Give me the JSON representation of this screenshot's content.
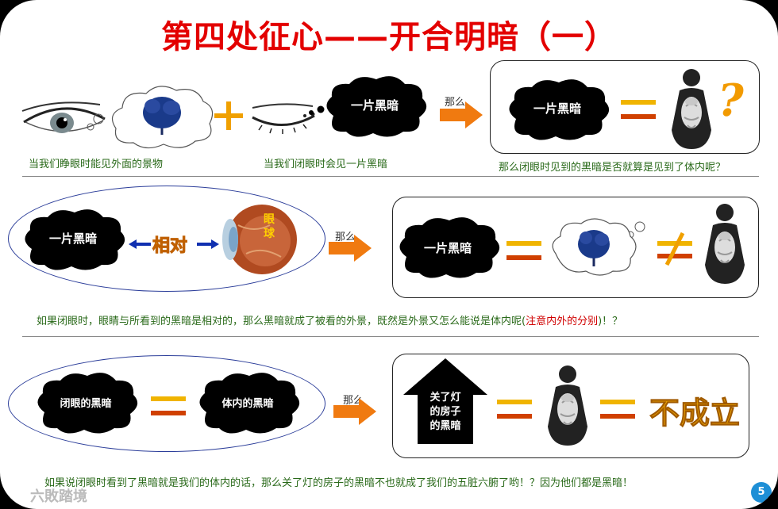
{
  "title": "第四处征心——开合明暗（一）",
  "row1": {
    "caption_open": "当我们睁眼时能见外面的景物",
    "caption_closed": "当我们闭眼时会见一片黑暗",
    "cloud_dark": "一片黑暗",
    "arrow_label": "那么",
    "box_cloud": "一片黑暗",
    "question_mark": "?",
    "caption_question": "那么闭眼时见到的黑暗是否就算是见到了体内呢？"
  },
  "row2": {
    "cloud_dark": "一片黑暗",
    "relative": "相对",
    "eyeball": "眼球",
    "arrow_label": "那么",
    "box_cloud": "一片黑暗",
    "caption_main": "如果闭眼时，眼睛与所看到的黑暗是相对的，那么黑暗就成了被看的外景，既然是外景又怎么能说是体内呢(",
    "caption_red": "注意内外的分别",
    "caption_end": ")！？"
  },
  "row3": {
    "cloud_closed": "闭眼的黑暗",
    "cloud_body": "体内的黑暗",
    "arrow_label": "那么",
    "house_line1": "关了灯",
    "house_line2": "的房子",
    "house_line3": "的黑暗",
    "not_valid": "不成立",
    "caption": "如果说闭眼时看到了黑暗就是我们的体内的话，那么关了灯的房子的黑暗不也就成了我们的五脏六腑了哟！？因为他们都是黑暗！"
  },
  "page_number": "5",
  "watermark": "六敗踏境",
  "colors": {
    "title": "#e30000",
    "caption": "#2a6a1a",
    "arrow": "#f07a10",
    "equals_top": "#f0b400",
    "equals_bottom": "#d04000",
    "page_badge": "#1e8fd6"
  }
}
